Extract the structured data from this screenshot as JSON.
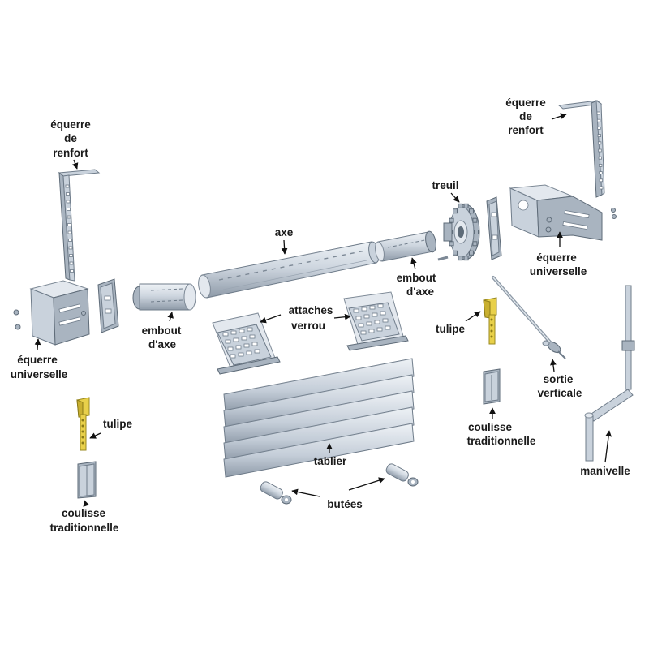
{
  "labels": {
    "equerre_renfort_left": [
      "équerre",
      "de",
      "renfort"
    ],
    "equerre_renfort_right": [
      "équerre",
      "de",
      "renfort"
    ],
    "treuil": "treuil",
    "axe": "axe",
    "embout_axe_right": [
      "embout",
      "d'axe"
    ],
    "embout_axe_left": [
      "embout",
      "d'axe"
    ],
    "equerre_universelle_right": [
      "équerre",
      "universelle"
    ],
    "equerre_universelle_left": [
      "équerre",
      "universelle"
    ],
    "attaches_verrou": [
      "attaches",
      "verrou"
    ],
    "tulipe_right": "tulipe",
    "tulipe_left": "tulipe",
    "sortie_verticale": [
      "sortie",
      "verticale"
    ],
    "coulisse_right": [
      "coulisse",
      "traditionnelle"
    ],
    "coulisse_left": [
      "coulisse",
      "traditionnelle"
    ],
    "tablier": "tablier",
    "manivelle": "manivelle",
    "butees": "butées"
  },
  "colors": {
    "metal": "#c9d2dc",
    "metal_dark": "#a9b4c0",
    "tulipe": "#e8d04a",
    "text": "#1a1a1a"
  }
}
